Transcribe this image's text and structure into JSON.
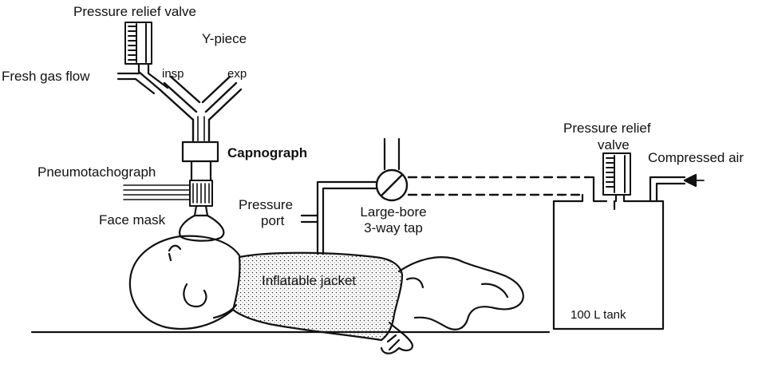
{
  "labels": {
    "pressure_relief_valve_top": "Pressure relief valve",
    "y_piece": "Y-piece",
    "fresh_gas_flow": "Fresh gas flow",
    "insp": "insp",
    "exp": "exp",
    "capnograph": "Capnograph",
    "pneumotachograph": "Pneumotachograph",
    "face_mask": "Face mask",
    "pressure_port_line1": "Pressure",
    "pressure_port_line2": "port",
    "large_bore_line1": "Large-bore",
    "large_bore_line2": "3-way tap",
    "pressure_relief_right_line1": "Pressure relief",
    "pressure_relief_right_line2": "valve",
    "compressed_air": "Compressed air",
    "inflatable_jacket": "Inflatable jacket",
    "tank": "100 L tank"
  }
}
